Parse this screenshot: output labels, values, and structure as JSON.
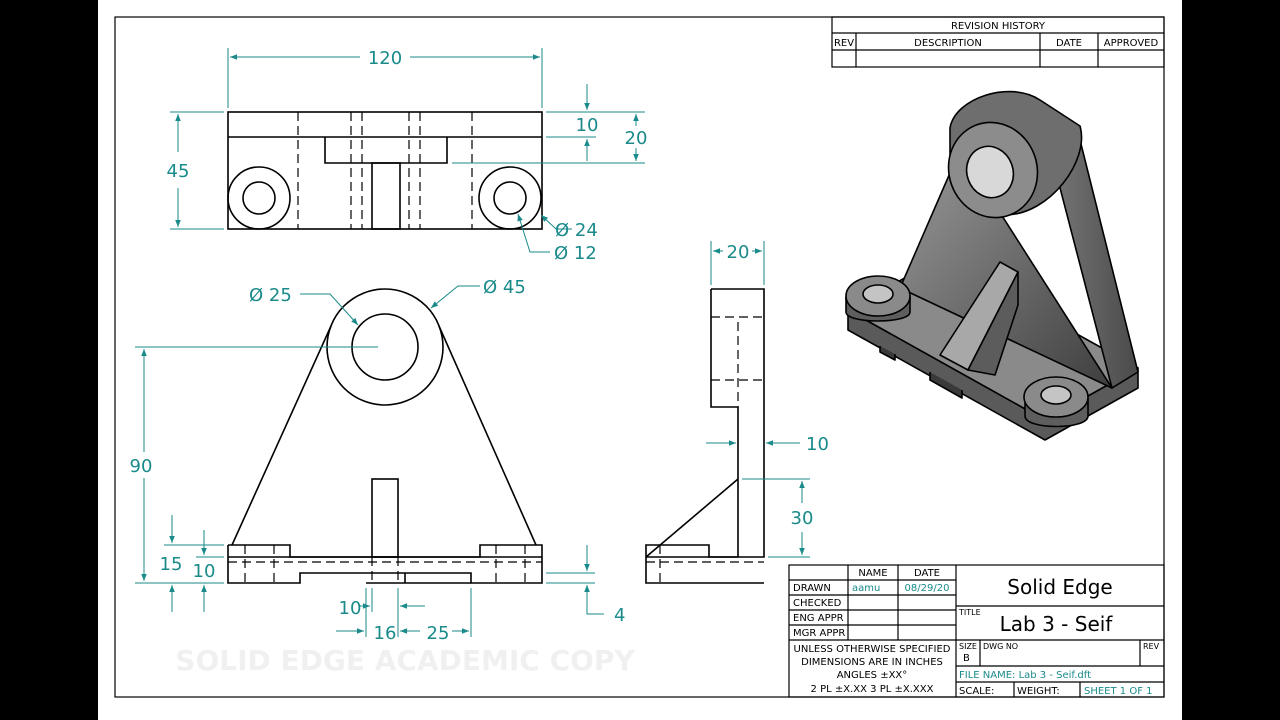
{
  "revision": {
    "title": "REVISION HISTORY",
    "cols": [
      "REV",
      "DESCRIPTION",
      "DATE",
      "APPROVED"
    ]
  },
  "dims": {
    "top_width": "120",
    "top_10": "10",
    "top_20": "20",
    "top_45": "45",
    "dia24": "Ø 24",
    "dia12": "Ø 12",
    "dia25": "Ø 25",
    "dia45": "Ø 45",
    "front_90": "90",
    "front_15": "15",
    "front_10": "10",
    "bot_10": "10",
    "bot_16": "16",
    "bot_25": "25",
    "bot_4": "4",
    "side_20": "20",
    "side_10": "10",
    "side_30": "30"
  },
  "title_block": {
    "col_name": "NAME",
    "col_date": "DATE",
    "rows": [
      "DRAWN",
      "CHECKED",
      "ENG APPR",
      "MGR APPR"
    ],
    "drawn_name": "aamu",
    "drawn_date": "08/29/20",
    "company": "Solid Edge",
    "title_label": "TITLE",
    "title": "Lab 3 - Seif",
    "notes": [
      "UNLESS OTHERWISE SPECIFIED",
      "DIMENSIONS ARE IN INCHES",
      "ANGLES ±XX°",
      "2 PL ±X.XX  3 PL ±X.XXX"
    ],
    "size_label": "SIZE",
    "size_value": "B",
    "dwg_label": "DWG NO",
    "rev_label": "REV",
    "file_name": "FILE NAME: Lab 3 - Seif.dft",
    "scale_label": "SCALE:",
    "weight_label": "WEIGHT:",
    "sheet": "SHEET 1 OF 1"
  },
  "watermark": "SOLID EDGE ACADEMIC COPY"
}
